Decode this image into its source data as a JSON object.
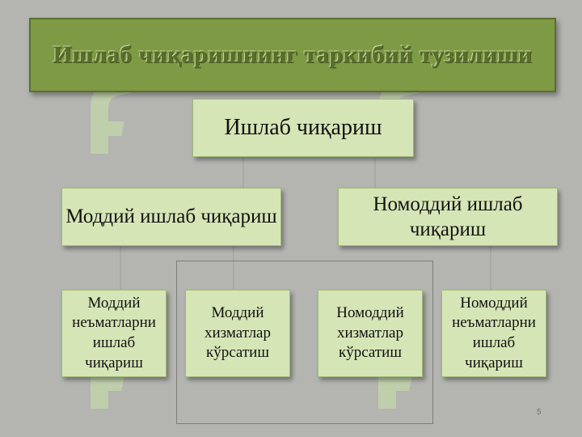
{
  "title": "Ишлаб чиқаришнинг таркибий тузилиши",
  "root": "Ишлаб чиқариш",
  "level1": [
    {
      "label": "Моддий ишлаб чиқариш"
    },
    {
      "label": "Номоддий ишлаб чиқариш"
    }
  ],
  "level2": [
    {
      "label": "Моддий неъматларни ишлаб чиқариш"
    },
    {
      "label": "Моддий хизматлар кўрсатиш"
    },
    {
      "label": "Номоддий хизматлар кўрсатиш"
    },
    {
      "label": "Номоддий неъматларни ишлаб чиқариш"
    }
  ],
  "page_number": "5",
  "colors": {
    "background": "#b4b4b1",
    "title_fill": "#7f9a45",
    "box_fill": "#d6e5b6",
    "watermark": "#c9e6a8"
  },
  "watermark_icon": "leaf-logo-icon"
}
